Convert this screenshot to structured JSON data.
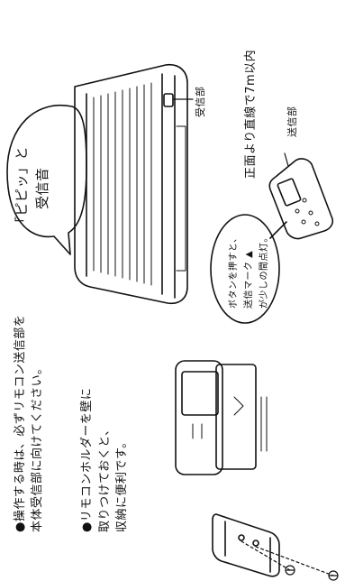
{
  "instructions": {
    "line1": "●操作する時は、必ずリモコン送信部を",
    "line2": "本体受信部に向けてください。",
    "line3": "●リモコンホルダーを壁に",
    "line4": "取りつけておくと、",
    "line5": "収納に便利です。"
  },
  "bubble_beep": {
    "line1": "「ピピッ」と",
    "line2": "受信音"
  },
  "label_receiver": "受信部",
  "range_note": "正面より直線で7m以内",
  "label_transmitter": "送信部",
  "bubble_button": {
    "line1": "ボタンを押すと、",
    "line2": "送信マーク ▲",
    "line3": "が少しの間点灯。"
  }
}
